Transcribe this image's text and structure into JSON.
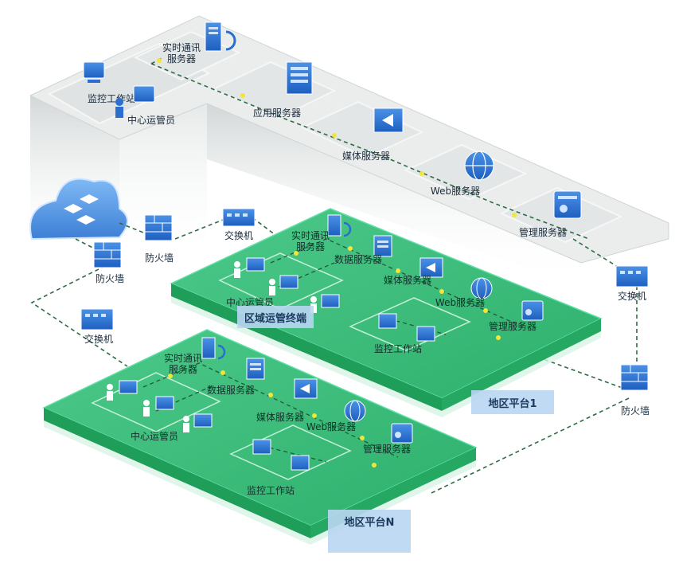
{
  "colors": {
    "platform_top": "#3cc07a",
    "platform_side": "#1f9e5a",
    "platform_edge": "#5fe0a8",
    "hq_top": "#ececec",
    "hq_side": "#d8dcdc",
    "device_blue": "#2a6fd0",
    "link_green": "#2e6b45",
    "dot_yellow": "#f2e63a",
    "tag_bg": "#b9d6f2"
  },
  "hq": {
    "devices": {
      "im_server": "实时通讯\n服务器",
      "app_server": "应用服务器",
      "media_server": "媒体服务器",
      "web_server": "Web服务器",
      "mgmt_server": "管理服务器",
      "monitor_ws": "监控工作站",
      "operator": "中心运管员"
    }
  },
  "network": {
    "firewall_left_1": "防火墙",
    "firewall_left_2": "防火墙",
    "switch_top": "交换机",
    "switch_left": "交换机",
    "switch_right": "交换机",
    "firewall_right": "防火墙"
  },
  "region1": {
    "tag": "地区平台1",
    "terminal_tag": "区域运管终端",
    "im_server": "实时通讯\n服务器",
    "db_server": "数据服务器",
    "media_server": "媒体服务器",
    "web_server": "Web服务器",
    "mgmt_server": "管理服务器",
    "operator": "中心运管员",
    "monitor_ws": "监控工作站"
  },
  "regionN": {
    "tag": "地区平台N",
    "im_server": "实时通讯\n服务器",
    "db_server": "数据服务器",
    "media_server": "媒体服务器",
    "web_server": "Web服务器",
    "mgmt_server": "管理服务器",
    "operator": "中心运管员",
    "monitor_ws": "监控工作站"
  }
}
